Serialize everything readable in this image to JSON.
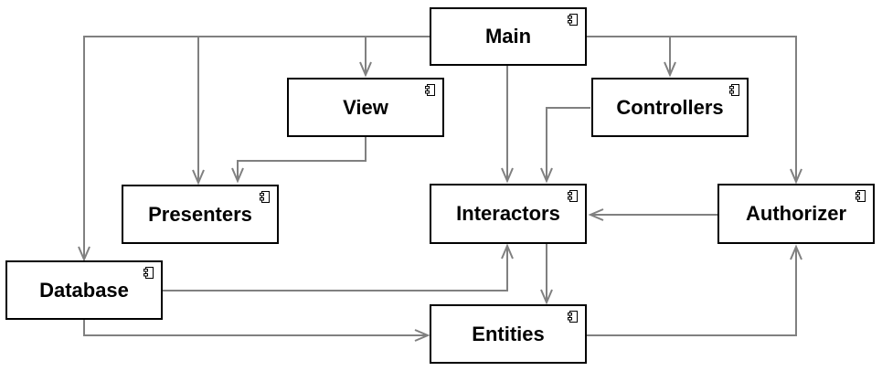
{
  "diagram": {
    "components": {
      "main": "Main",
      "view": "View",
      "controllers": "Controllers",
      "presenters": "Presenters",
      "interactors": "Interactors",
      "authorizer": "Authorizer",
      "database": "Database",
      "entities": "Entities"
    },
    "colors": {
      "box_border": "#000000",
      "box_fill": "#ffffff",
      "connector": "#808080"
    },
    "icon": "component-icon",
    "dependencies": [
      {
        "from": "Main",
        "to": "Database"
      },
      {
        "from": "Main",
        "to": "Presenters"
      },
      {
        "from": "Main",
        "to": "View"
      },
      {
        "from": "Main",
        "to": "Interactors"
      },
      {
        "from": "Main",
        "to": "Controllers"
      },
      {
        "from": "Main",
        "to": "Authorizer"
      },
      {
        "from": "View",
        "to": "Presenters"
      },
      {
        "from": "Controllers",
        "to": "Interactors"
      },
      {
        "from": "Authorizer",
        "to": "Interactors"
      },
      {
        "from": "Interactors",
        "to": "Entities"
      },
      {
        "from": "Database",
        "to": "Interactors"
      },
      {
        "from": "Database",
        "to": "Entities"
      },
      {
        "from": "Entities",
        "to": "Authorizer"
      }
    ]
  }
}
